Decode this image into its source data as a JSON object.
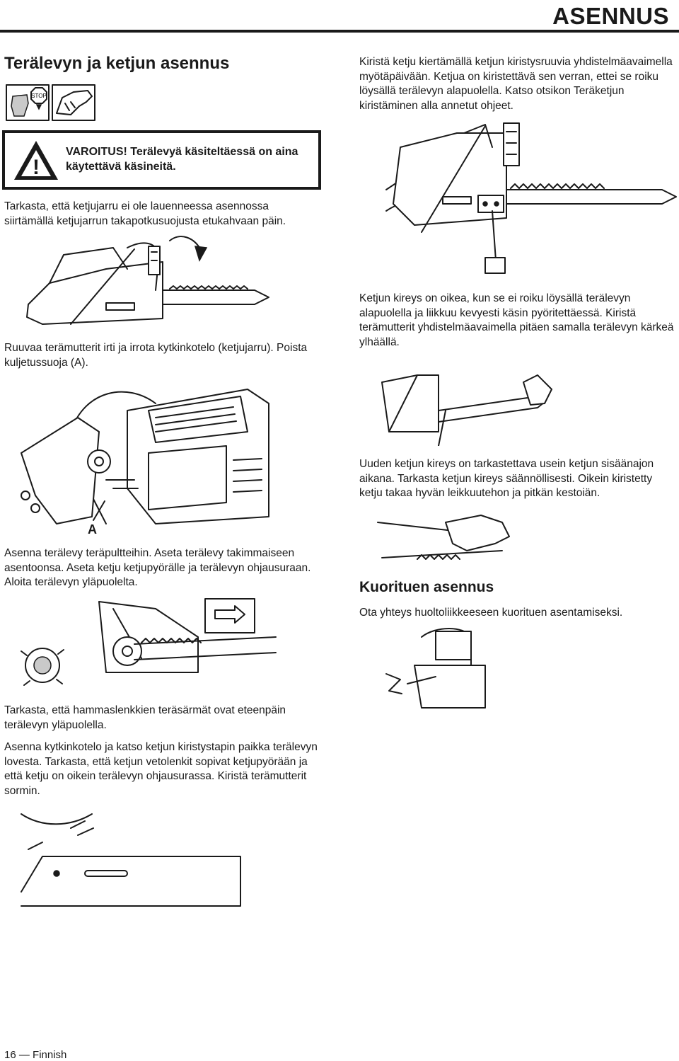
{
  "header": {
    "title": "ASENNUS"
  },
  "left": {
    "section_title": "Terälevyn ja ketjun asennus",
    "warning": {
      "label": "VAROITUS!",
      "text": "Terälevyä käsiteltäessä on aina käytettävä käsineitä."
    },
    "para_brake": "Tarkasta, että ketjujarru ei ole lauenneessa asennossa siirtämällä ketjujarrun takapotkusuojusta etukahvaan päin.",
    "para_nuts": "Ruuvaa terämutterit irti ja irrota kytkinkotelo (ketjujarru). Poista kuljetussuoja (A).",
    "label_A": "A",
    "para_mount": "Asenna terälevy teräpultteihin. Aseta terälevy takimmaiseen asentoonsa. Aseta ketju ketjupyörälle ja terälevyn ohjausuraan. Aloita terälevyn yläpuolelta.",
    "para_teeth": "Tarkasta, että hammaslenkkien teräsärmät ovat eteenpäin terälevyn yläpuolella.",
    "para_cover": "Asenna kytkinkotelo ja katso ketjun kiristystapin paikka terälevyn lovesta. Tarkasta, että ketjun vetolenkit sopivat ketjupyörään ja että ketju on oikein terälevyn ohjausurassa. Kiristä terämutterit sormin."
  },
  "right": {
    "para_tighten": "Kiristä ketju kiertämällä ketjun kiristysruuvia yhdistelmäavaimella myötäpäivään. Ketjua on kiristettävä sen verran, ettei se roiku löysällä terälevyn alapuolella. Katso otsikon Teräketjun kiristäminen alla annetut ohjeet.",
    "para_tension": "Ketjun kireys on oikea, kun se ei roiku löysällä terälevyn alapuolella ja liikkuu kevyesti käsin pyöritettäessä. Kiristä terämutterit yhdistelmäavaimella pitäen samalla terälevyn kärkeä ylhäällä.",
    "para_new_chain": "Uuden ketjun kireys on tarkastettava usein ketjun sisäänajon aikana. Tarkasta ketjun kireys säännöllisesti. Oikein kiristetty ketju takaa hyvän leikkuutehon ja pitkän kestoiän.",
    "section_title2": "Kuorituen asennus",
    "para_support": "Ota yhteys huoltoliikkeeseen kuorituen asentamiseksi."
  },
  "icons": {
    "stop_sign": "STOP",
    "warning_mark": "!"
  },
  "footer": {
    "page_number": "16",
    "dash": "—",
    "language": "Finnish"
  }
}
